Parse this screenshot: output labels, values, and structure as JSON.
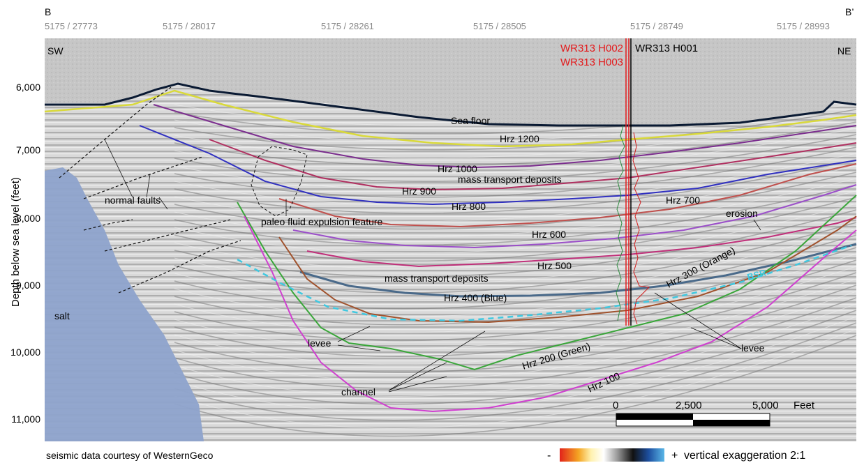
{
  "section": {
    "left_endpoint": "B",
    "right_endpoint": "B’",
    "traces": [
      "5175 / 27773",
      "5175 / 28017",
      "5175 / 28261",
      "5175 / 28505",
      "5175 / 28749",
      "5175 / 28993"
    ],
    "left_direction": "SW",
    "right_direction": "NE",
    "y_axis_label": "Depth below sea level (feet)",
    "depth_ticks": [
      "6,000",
      "7,000",
      "8,000",
      "9,000",
      "10,000",
      "11,000"
    ]
  },
  "wells": [
    {
      "name": "WR313 H002",
      "color": "#e31a1c"
    },
    {
      "name": "WR313 H003",
      "color": "#e31a1c"
    },
    {
      "name": "WR313 H001",
      "color": "#000000"
    }
  ],
  "horizons": [
    {
      "label": "Sea floor",
      "color": "#0a1a33"
    },
    {
      "label": "Hrz 1200",
      "color": "#7fc97f"
    },
    {
      "label": "Hrz 1000",
      "color": "#7b2d8e"
    },
    {
      "label": "Hrz 900",
      "color": "#b03060"
    },
    {
      "label": "Hrz 800",
      "color": "#3030c0"
    },
    {
      "label": "Hrz 700",
      "color": "#c0504d"
    },
    {
      "label": "Hrz 600",
      "color": "#9b4fc9"
    },
    {
      "label": "Hrz 500",
      "color": "#c0307a"
    },
    {
      "label": "Hrz 400 (Blue)",
      "color": "#4a6a8a"
    },
    {
      "label": "Hrz 300 (Orange)",
      "color": "#a0522d"
    },
    {
      "label": "Hrz 200 (Green)",
      "color": "#3aa63a"
    },
    {
      "label": "Hrz 100",
      "color": "#d040d0"
    }
  ],
  "annotations": {
    "normal_faults": "normal faults",
    "paleo_fluid": "paleo fluid expulsion feature",
    "mtd_upper": "mass transport deposits",
    "mtd_lower": "mass transport deposits",
    "erosion": "erosion",
    "bsr": "BSR",
    "levee_left": "levee",
    "levee_right": "levee",
    "channel": "channel",
    "salt": "salt"
  },
  "scale_bar": {
    "ticks": [
      "0",
      "2,500",
      "5,000"
    ],
    "unit": "Feet"
  },
  "footer": {
    "credit": "seismic data courtesy of WesternGeco",
    "minus": "-",
    "plus": "+",
    "exaggeration": "vertical exaggeration 2:1"
  },
  "colors": {
    "seismic_bg": "#d6d6d6",
    "water": "#c4c4c4",
    "salt": "#8ea3cc",
    "bsr": "#40c8e0"
  }
}
